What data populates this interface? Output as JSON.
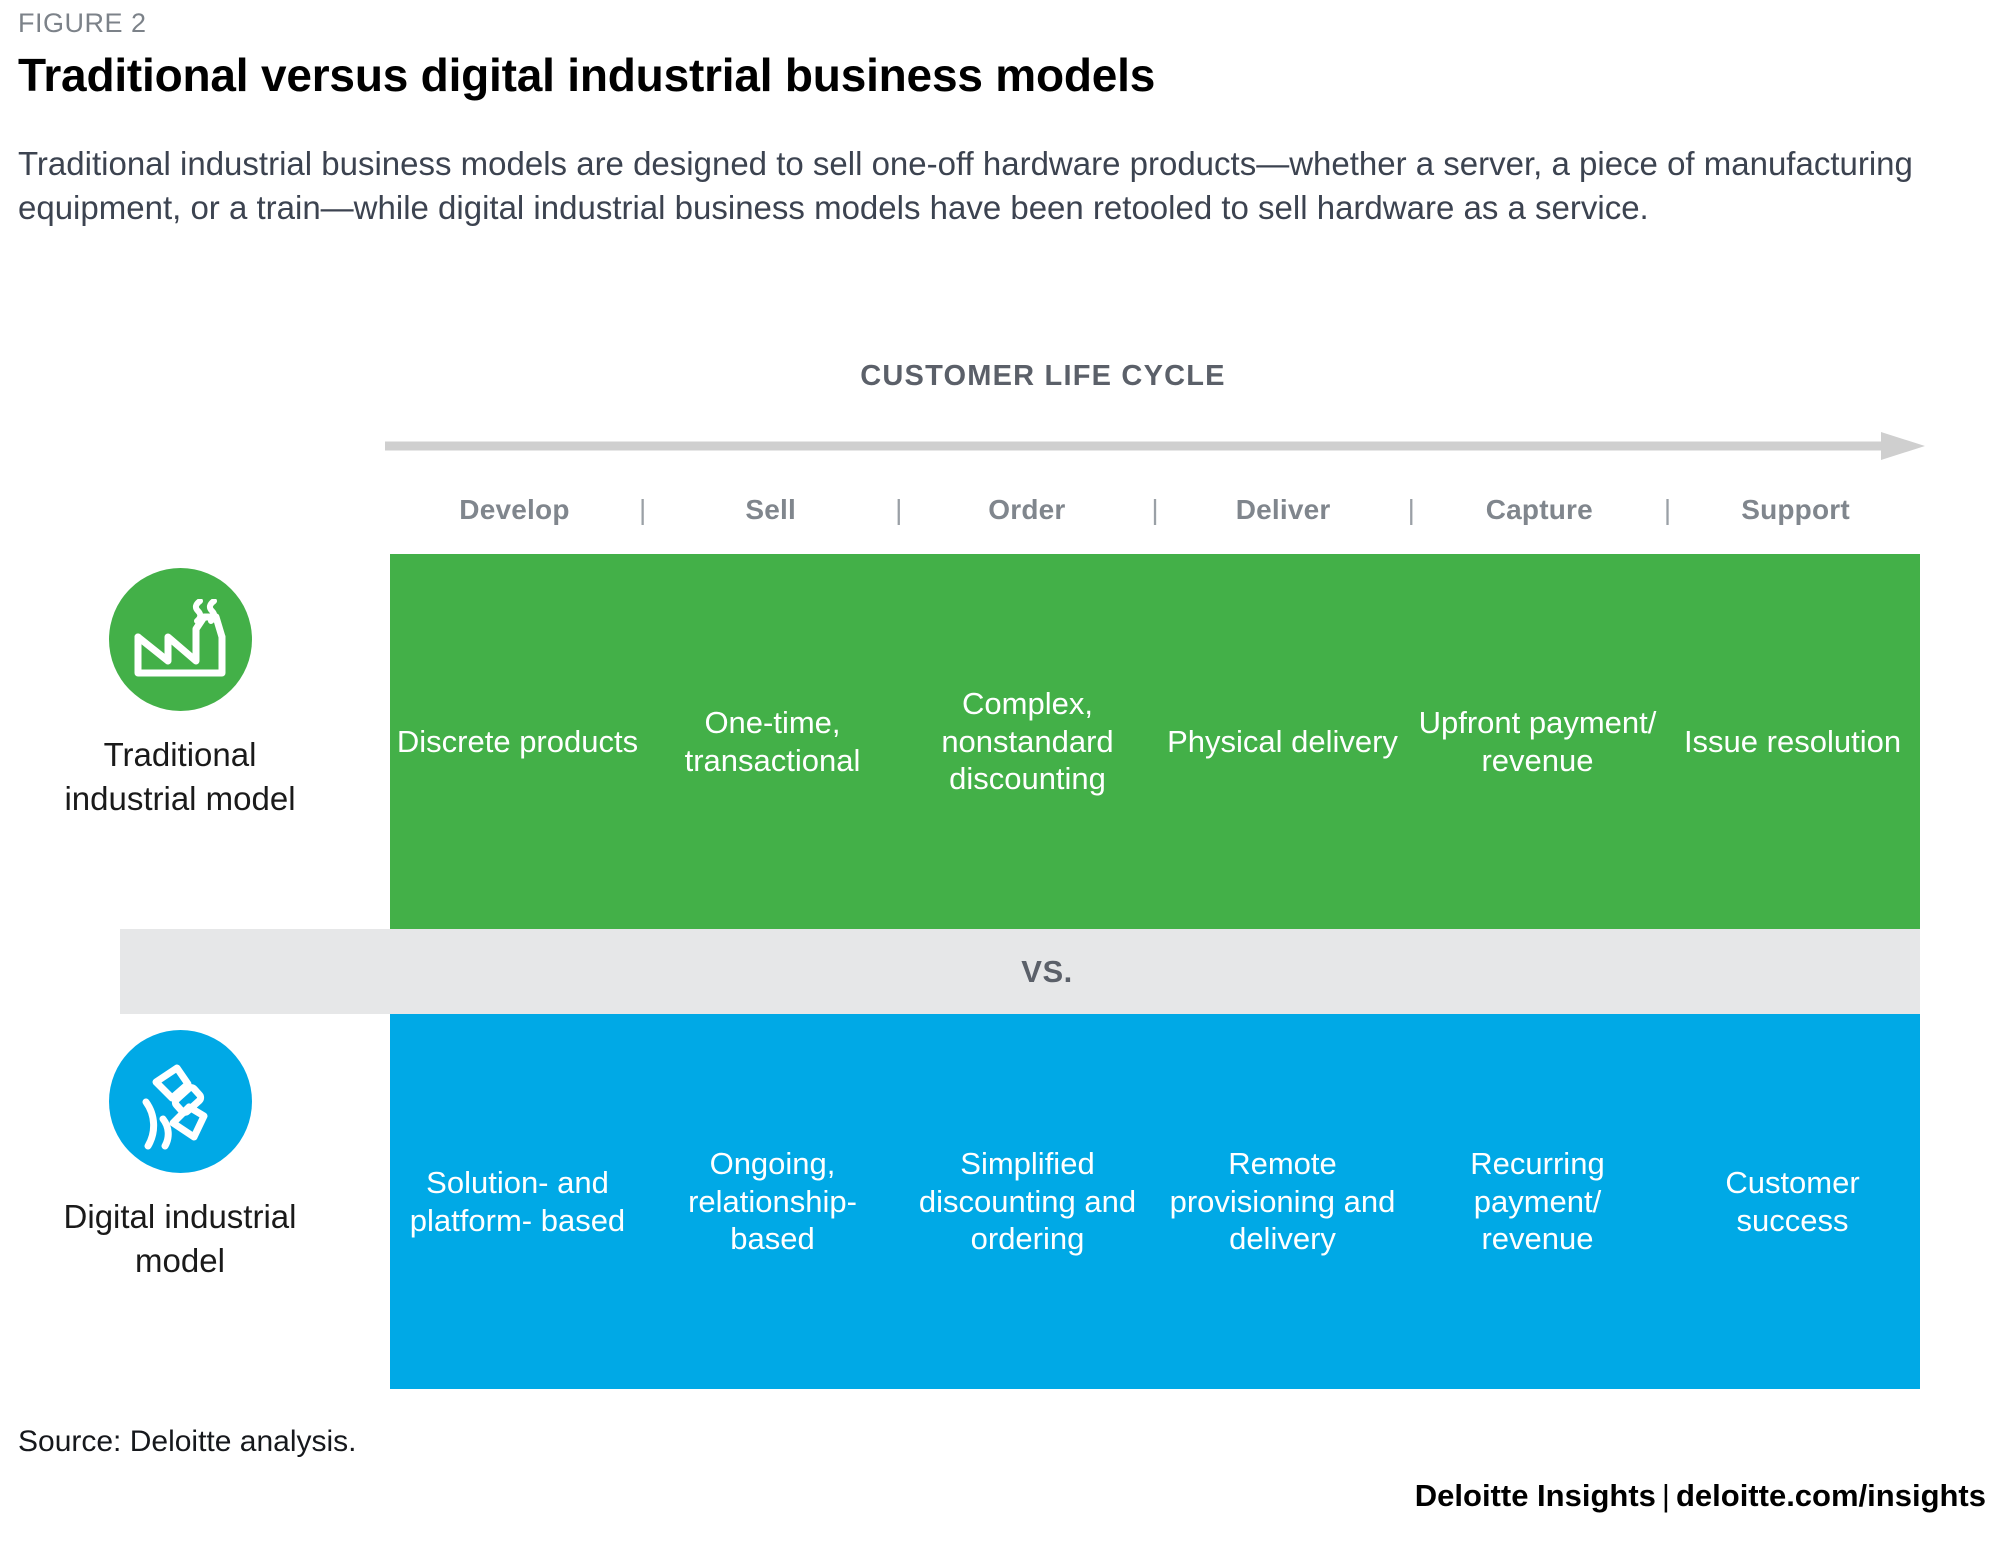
{
  "figure": {
    "label": "FIGURE 2",
    "title": "Traditional versus digital industrial business models",
    "subtitle": "Traditional industrial business models are designed to sell one-off hardware products—whether a server, a piece of manufacturing equipment, or a train—while digital industrial business models have been retooled to sell hardware as a service."
  },
  "axis": {
    "title": "CUSTOMER LIFE CYCLE",
    "separator": "|"
  },
  "footer": {
    "source": "Source: Deloitte analysis.",
    "brand_primary": "Deloitte Insights",
    "brand_pipe": "|",
    "brand_url": "deloitte.com/insights"
  },
  "divider": {
    "label": "VS."
  },
  "colors": {
    "green": "#43B048",
    "blue": "#00A9E6",
    "divider_gray": "#E6E7E8",
    "arrow_gray": "#CFCFCF",
    "stage_label_gray": "#80868D"
  },
  "chart_data": {
    "type": "table",
    "title": "Traditional versus digital industrial business models",
    "xlabel": "CUSTOMER LIFE CYCLE",
    "ylabel": "",
    "categories": [
      "Develop",
      "Sell",
      "Order",
      "Deliver",
      "Capture",
      "Support"
    ],
    "series": [
      {
        "name": "Traditional industrial model",
        "color": "#43B048",
        "icon": "factory-icon",
        "values": [
          "Discrete products",
          "One-time, transactional",
          "Complex, nonstandard discounting",
          "Physical delivery",
          "Upfront payment/ revenue",
          "Issue resolution"
        ]
      },
      {
        "name": "Digital industrial model",
        "color": "#00A9E6",
        "icon": "satellite-icon",
        "values": [
          "Solution- and platform- based",
          "Ongoing, relationship- based",
          "Simplified discounting and ordering",
          "Remote provisioning and delivery",
          "Recurring payment/ revenue",
          "Customer success"
        ]
      }
    ],
    "legend_position": "left",
    "grid": false
  }
}
